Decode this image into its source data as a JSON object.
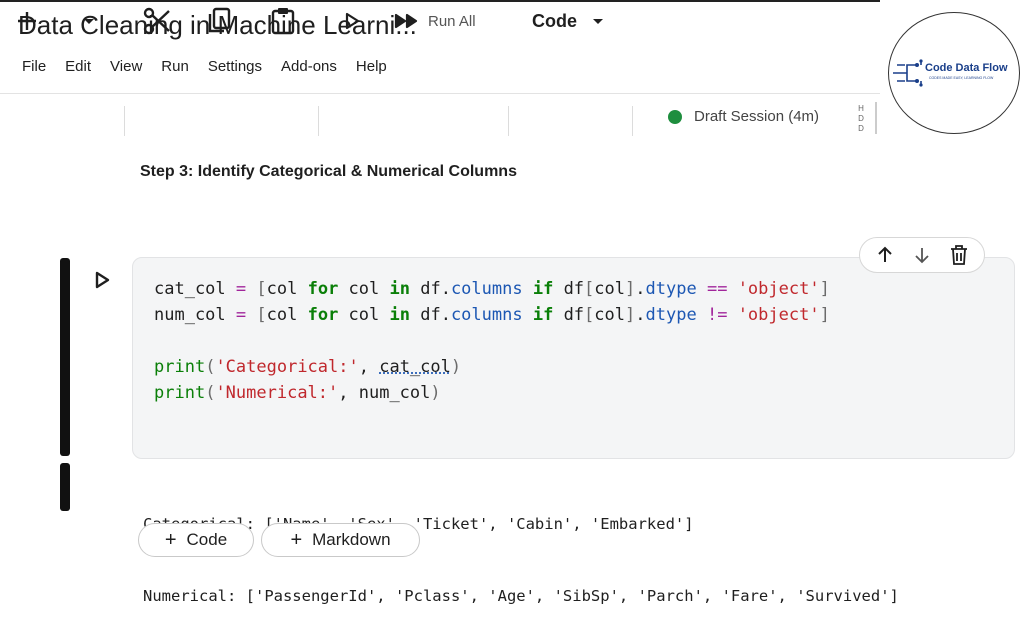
{
  "header": {
    "title": "Data Cleaning in Machine Learni..."
  },
  "menu": [
    "File",
    "Edit",
    "View",
    "Run",
    "Settings",
    "Add-ons",
    "Help"
  ],
  "toolbar": {
    "run_all_label": "Run All",
    "cell_type": "Code",
    "session": "Draft Session (4m)",
    "resource": "HDD"
  },
  "logo": {
    "text": "Code Data Flow",
    "tagline": "CODES MADE EASY, LEARNING FLOW"
  },
  "markdown_cell": {
    "text": "Step 3: Identify Categorical & Numerical Columns"
  },
  "code_cell": {
    "lines": [
      "cat_col = [col for col in df.columns if df[col].dtype == 'object']",
      "num_col = [col for col in df.columns if df[col].dtype != 'object']",
      "",
      "print('Categorical:', cat_col)",
      "print('Numerical:', num_col)"
    ]
  },
  "output": {
    "lines": [
      "Categorical: ['Name', 'Sex', 'Ticket', 'Cabin', 'Embarked']",
      "Numerical: ['PassengerId', 'Pclass', 'Age', 'SibSp', 'Parch', 'Fare', 'Survived']"
    ]
  },
  "add_buttons": {
    "code": "Code",
    "markdown": "Markdown"
  },
  "icons": {
    "add": "plus-icon",
    "dropdown": "chevron-down-icon",
    "cut": "scissors-icon",
    "copy": "copy-icon",
    "paste": "clipboard-icon",
    "run": "play-icon",
    "run_all": "fast-forward-icon",
    "move_up": "arrow-up-icon",
    "move_down": "arrow-down-icon",
    "delete": "trash-icon"
  },
  "colors": {
    "session_dot": "#1e8e3e",
    "keyword": "#0a7f08",
    "string": "#c0282d",
    "attribute": "#1c57b3",
    "operator": "#a1259b"
  }
}
